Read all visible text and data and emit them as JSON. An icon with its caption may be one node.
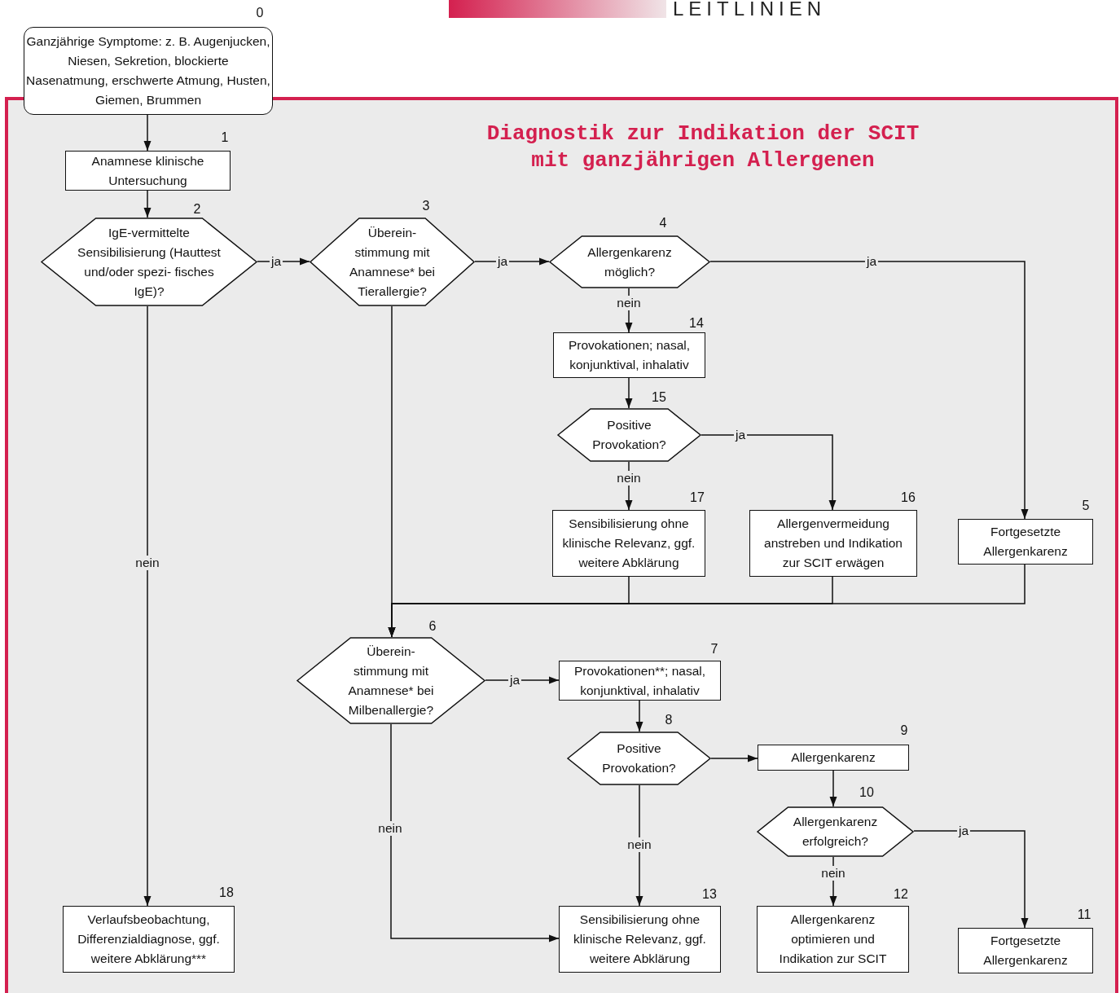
{
  "diagram": {
    "title": "Diagnostik zur Indikation der SCIT mit ganzjährigen Allergenen",
    "nodes": [
      {
        "text": [
          "Ganzjährige Symptome: z. B. Augenjucken, Niesen, Sekretion, blockierte Nasenatmung, erschwerte Atmung, Husten, Giemen, Brummen"
        ],
        "beside": [
          "0"
        ]
      },
      {
        "text": [
          "Anamnese klinische Untersuchung"
        ],
        "beside": [
          "1"
        ]
      },
      {
        "text": [
          "IgE-vermittelte Sensibilisierung (Hauttest und/oder spezi- fisches IgE)?"
        ],
        "beside": [
          "2"
        ]
      },
      {
        "text": [
          "Überein- stimmung mit Anamnese* bei Tierallergie?"
        ],
        "beside": [
          "3"
        ]
      },
      {
        "text": [
          "Allergenkarenz möglich?"
        ],
        "beside": [
          "4"
        ]
      },
      {
        "text": [
          "Fortgesetzte Allergenkarenz"
        ],
        "beside": [
          "5"
        ]
      },
      {
        "text": [
          "Überein- stimmung mit Anamnese* bei Milbenallergie?"
        ],
        "beside": [
          "6"
        ]
      },
      {
        "text": [
          "Provokationen**; nasal, konjunktival, inhalativ"
        ],
        "beside": [
          "7"
        ]
      },
      {
        "text": [
          "Positive Provokation?"
        ],
        "beside": [
          "8"
        ]
      },
      {
        "text": [
          "Allergenkarenz"
        ],
        "beside": [
          "9"
        ]
      },
      {
        "text": [
          "Allergenkarenz erfolgreich?"
        ],
        "beside": [
          "10"
        ]
      },
      {
        "text": [
          "Fortgesetzte Allergenkarenz"
        ],
        "beside": [
          "11"
        ]
      },
      {
        "text": [
          "Allergenkarenz optimieren und Indikation zur SCIT"
        ],
        "beside": [
          "12"
        ]
      },
      {
        "text": [
          "Sensibilisierung ohne klinische Relevanz, ggf. weitere Abklärung"
        ],
        "beside": [
          "13"
        ]
      },
      {
        "text": [
          "Provokationen; nasal, konjunktival, inhalativ"
        ],
        "beside": [
          "14"
        ]
      },
      {
        "text": [
          "Positive Provokation?"
        ],
        "beside": [
          "15"
        ]
      },
      {
        "text": [
          "Allergenvermeidung anstreben und Indikation zur SCIT erwägen"
        ],
        "beside": [
          "16"
        ]
      },
      {
        "text": [
          "Sensibilisierung ohne klinische Relevanz, ggf. weitere Abklärung"
        ],
        "beside": [
          "17"
        ]
      },
      {
        "text": [
          "Verlaufsbeobachtung, Differenzialdiagnose, ggf. weitere Abklärung***"
        ],
        "beside": [
          "18"
        ]
      }
    ],
    "edges": [
      {
        "from": 0,
        "to": 1,
        "arrow": "to"
      },
      {
        "from": 1,
        "to": 2,
        "arrow": "to"
      },
      {
        "from": 2,
        "to": 3,
        "arrow": "to",
        "label": "ja"
      },
      {
        "from": 3,
        "to": 4,
        "arrow": "to",
        "label": "ja"
      },
      {
        "from": 4,
        "to": 5,
        "arrow": "to",
        "label": "ja"
      },
      {
        "from": 4,
        "to": 14,
        "arrow": "to",
        "label": "nein"
      },
      {
        "from": 14,
        "to": 15,
        "arrow": "to"
      },
      {
        "from": 15,
        "to": 16,
        "arrow": "to",
        "label": "ja"
      },
      {
        "from": 15,
        "to": 17,
        "arrow": "to",
        "label": "nein"
      },
      {
        "from": 17,
        "to": 6,
        "arrow": "to"
      },
      {
        "from": 16,
        "to": 6,
        "arrow": "to"
      },
      {
        "from": 5,
        "to": 6,
        "arrow": "to"
      },
      {
        "from": 3,
        "to": 6,
        "arrow": "to"
      },
      {
        "from": 2,
        "to": 18,
        "arrow": "to",
        "label": "nein"
      },
      {
        "from": 6,
        "to": 7,
        "arrow": "to",
        "label": "ja"
      },
      {
        "from": 6,
        "to": 13,
        "arrow": "to",
        "label": "nein"
      },
      {
        "from": 7,
        "to": 8,
        "arrow": "to"
      },
      {
        "from": 8,
        "to": 9,
        "arrow": "to"
      },
      {
        "from": 9,
        "to": 10,
        "arrow": "to"
      },
      {
        "from": 10,
        "to": 11,
        "arrow": "to",
        "label": "ja"
      },
      {
        "from": 10,
        "to": 12,
        "arrow": "to",
        "label": "nein"
      },
      {
        "from": 8,
        "to": 13,
        "arrow": "to",
        "label": "nein"
      }
    ],
    "labels": [
      "LEITLINIEN"
    ]
  }
}
